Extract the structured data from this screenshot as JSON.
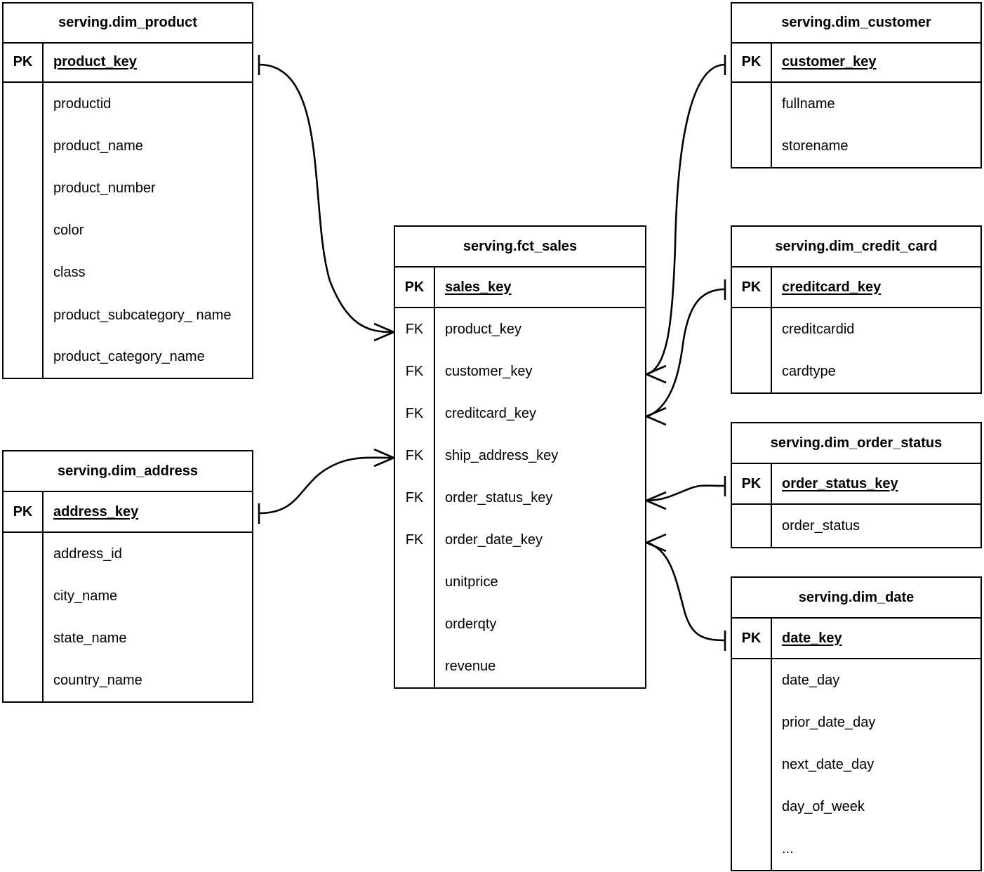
{
  "diagram": {
    "title": "serving layer star schema ER diagram",
    "background_color": "#ffffff",
    "line_color": "#000000"
  },
  "labels": {
    "pk": "PK",
    "fk": "FK",
    "ellipsis": "..."
  },
  "entities": {
    "dim_product": {
      "name": "serving.dim_product",
      "pk_tag": "PK",
      "pk_column": "product_key",
      "columns": [
        "productid",
        "product_name",
        "product_number",
        "color",
        "class",
        "product_subcategory_ name",
        "product_category_name"
      ]
    },
    "dim_address": {
      "name": "serving.dim_address",
      "pk_tag": "PK",
      "pk_column": "address_key",
      "columns": [
        "address_id",
        "city_name",
        "state_name",
        "country_name"
      ]
    },
    "fct_sales": {
      "name": "serving.fct_sales",
      "pk_tag": "PK",
      "pk_column": "sales_key",
      "foreign_keys": [
        {
          "tag": "FK",
          "column": "product_key"
        },
        {
          "tag": "FK",
          "column": "customer_key"
        },
        {
          "tag": "FK",
          "column": "creditcard_key"
        },
        {
          "tag": "FK",
          "column": "ship_address_key"
        },
        {
          "tag": "FK",
          "column": "order_status_key"
        },
        {
          "tag": "FK",
          "column": "order_date_key"
        }
      ],
      "measures": [
        "unitprice",
        "orderqty",
        "revenue"
      ]
    },
    "dim_customer": {
      "name": "serving.dim_customer",
      "pk_tag": "PK",
      "pk_column": "customer_key",
      "columns": [
        "fullname",
        "storename"
      ]
    },
    "dim_credit_card": {
      "name": "serving.dim_credit_card",
      "pk_tag": "PK",
      "pk_column": "creditcard_key",
      "columns": [
        "creditcardid",
        "cardtype"
      ]
    },
    "dim_order_status": {
      "name": "serving.dim_order_status",
      "pk_tag": "PK",
      "pk_column": "order_status_key",
      "columns": [
        "order_status"
      ]
    },
    "dim_date": {
      "name": "serving.dim_date",
      "pk_tag": "PK",
      "pk_column": "date_key",
      "columns": [
        "date_day",
        "prior_date_day",
        "next_date_day",
        "day_of_week",
        "..."
      ]
    }
  },
  "relationships": [
    {
      "from": "serving.dim_product.product_key",
      "to": "serving.fct_sales.product_key",
      "from_cardinality": "one",
      "to_cardinality": "many"
    },
    {
      "from": "serving.dim_address.address_key",
      "to": "serving.fct_sales.ship_address_key",
      "from_cardinality": "one",
      "to_cardinality": "many"
    },
    {
      "from": "serving.dim_customer.customer_key",
      "to": "serving.fct_sales.customer_key",
      "from_cardinality": "one",
      "to_cardinality": "many"
    },
    {
      "from": "serving.dim_credit_card.creditcard_key",
      "to": "serving.fct_sales.creditcard_key",
      "from_cardinality": "one",
      "to_cardinality": "many"
    },
    {
      "from": "serving.dim_order_status.order_status_key",
      "to": "serving.fct_sales.order_status_key",
      "from_cardinality": "one",
      "to_cardinality": "many"
    },
    {
      "from": "serving.dim_date.date_key",
      "to": "serving.fct_sales.order_date_key",
      "from_cardinality": "one",
      "to_cardinality": "many"
    }
  ]
}
